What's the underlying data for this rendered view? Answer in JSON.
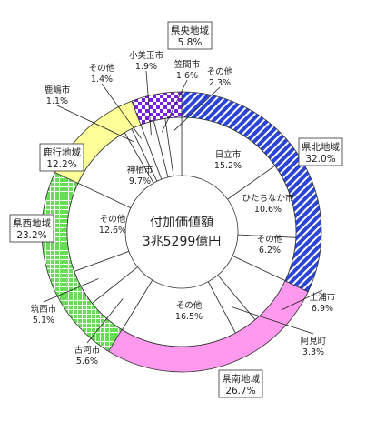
{
  "chart_data": {
    "type": "pie",
    "subtype": "nested-donut",
    "center_text": [
      "付加価値額",
      "3兆5299億円"
    ],
    "outer": [
      {
        "name": "県北地域",
        "value": 32.0,
        "label": "32.0%",
        "color": "#2a44d6",
        "pattern": "diag-stripe-blue"
      },
      {
        "name": "県南地域",
        "value": 26.7,
        "label": "26.7%",
        "color": "#ff99ee",
        "pattern": "solid"
      },
      {
        "name": "県西地域",
        "value": 23.2,
        "label": "23.2%",
        "color": "#66dd55",
        "pattern": "grid-green"
      },
      {
        "name": "鹿行地域",
        "value": 12.2,
        "label": "12.2%",
        "color": "#ffff99",
        "pattern": "solid"
      },
      {
        "name": "県央地域",
        "value": 5.8,
        "label": "5.8%",
        "color": "#7a1fe0",
        "pattern": "checker-purple"
      }
    ],
    "inner": [
      {
        "name": "日立市",
        "value": 15.2,
        "label": "15.2%",
        "region": "県北地域"
      },
      {
        "name": "ひたちなか市",
        "value": 10.6,
        "label": "10.6%",
        "region": "県北地域"
      },
      {
        "name": "その他",
        "value": 6.2,
        "label": "6.2%",
        "region": "県北地域"
      },
      {
        "name": "土浦市",
        "value": 6.9,
        "label": "6.9%",
        "region": "県南地域"
      },
      {
        "name": "阿見町",
        "value": 3.3,
        "label": "3.3%",
        "region": "県南地域"
      },
      {
        "name": "その他",
        "value": 16.5,
        "label": "16.5%",
        "region": "県南地域"
      },
      {
        "name": "古河市",
        "value": 5.6,
        "label": "5.6%",
        "region": "県西地域"
      },
      {
        "name": "筑西市",
        "value": 5.1,
        "label": "5.1%",
        "region": "県西地域"
      },
      {
        "name": "その他",
        "value": 12.6,
        "label": "12.6%",
        "region": "県西地域"
      },
      {
        "name": "神栖市",
        "value": 9.7,
        "label": "9.7%",
        "region": "鹿行地域"
      },
      {
        "name": "鹿嶋市",
        "value": 1.1,
        "label": "1.1%",
        "region": "鹿行地域"
      },
      {
        "name": "その他",
        "value": 1.4,
        "label": "1.4%",
        "region": "鹿行地域"
      },
      {
        "name": "小美玉市",
        "value": 1.9,
        "label": "1.9%",
        "region": "県央地域"
      },
      {
        "name": "笠間市",
        "value": 1.6,
        "label": "1.6%",
        "region": "県央地域"
      },
      {
        "name": "その他",
        "value": 2.3,
        "label": "2.3%",
        "region": "県央地域"
      }
    ]
  }
}
